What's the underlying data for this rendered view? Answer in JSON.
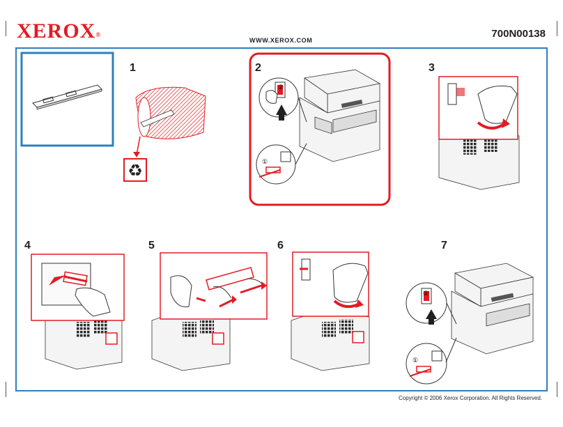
{
  "header": {
    "brand": "XEROX",
    "brand_mark": "®",
    "website": "WWW.XEROX.COM",
    "part_number": "700N00138"
  },
  "steps": {
    "s1": "1",
    "s2": "2",
    "s3": "3",
    "s4": "4",
    "s5": "5",
    "s6": "6",
    "s7": "7"
  },
  "callouts": {
    "switch_on": "①",
    "switch_press": "②"
  },
  "footer": {
    "copyright": "Copyright © 2006 Xerox Corporation. All Rights Reserved."
  },
  "colors": {
    "accent_red": "#e31b23",
    "frame_blue": "#2c80bf",
    "line_gray": "#555555"
  }
}
